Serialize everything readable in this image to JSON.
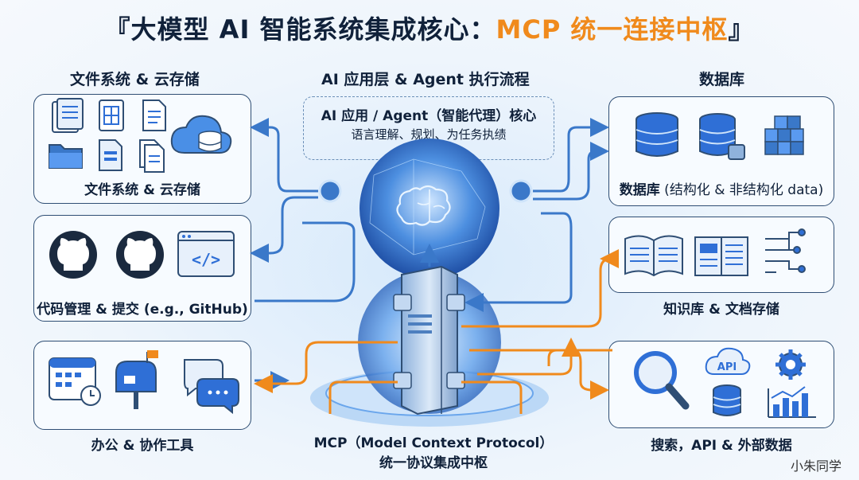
{
  "title": {
    "prefix": "『大模型 AI 智能系统集成核心：",
    "accent": "MCP 统一连接中枢",
    "suffix": "』"
  },
  "sections": {
    "left_top": "文件系统 & 云存储",
    "center_top": "AI 应用层 & Agent 执行流程",
    "right_top": "数据库"
  },
  "core": {
    "title": "AI 应用 / Agent（智能代理）核心",
    "subtitle": "语言理解、规划、为任务执绩"
  },
  "panels": {
    "files": {
      "caption": "文件系统 & 云存储"
    },
    "code": {
      "caption": "代码管理 & 提交 (e.g., GitHub)"
    },
    "office": {
      "caption": "办公 & 协作工具"
    },
    "database": {
      "caption_main": "数据库",
      "caption_light": " (结构化 & 非结构化 data)"
    },
    "knowledge": {
      "caption": "知识库 & 文档存储"
    },
    "search": {
      "caption": "搜索，API & 外部数据",
      "api_badge": "API"
    }
  },
  "mcp": {
    "line1": "MCP（Model Context Protocol）",
    "line2": "统一协议集成中枢"
  },
  "watermark": "小朱同学",
  "colors": {
    "accent": "#f08a1c",
    "primary": "#2f6fd6",
    "dark": "#1b2a3f",
    "line": "#3a78c9"
  }
}
